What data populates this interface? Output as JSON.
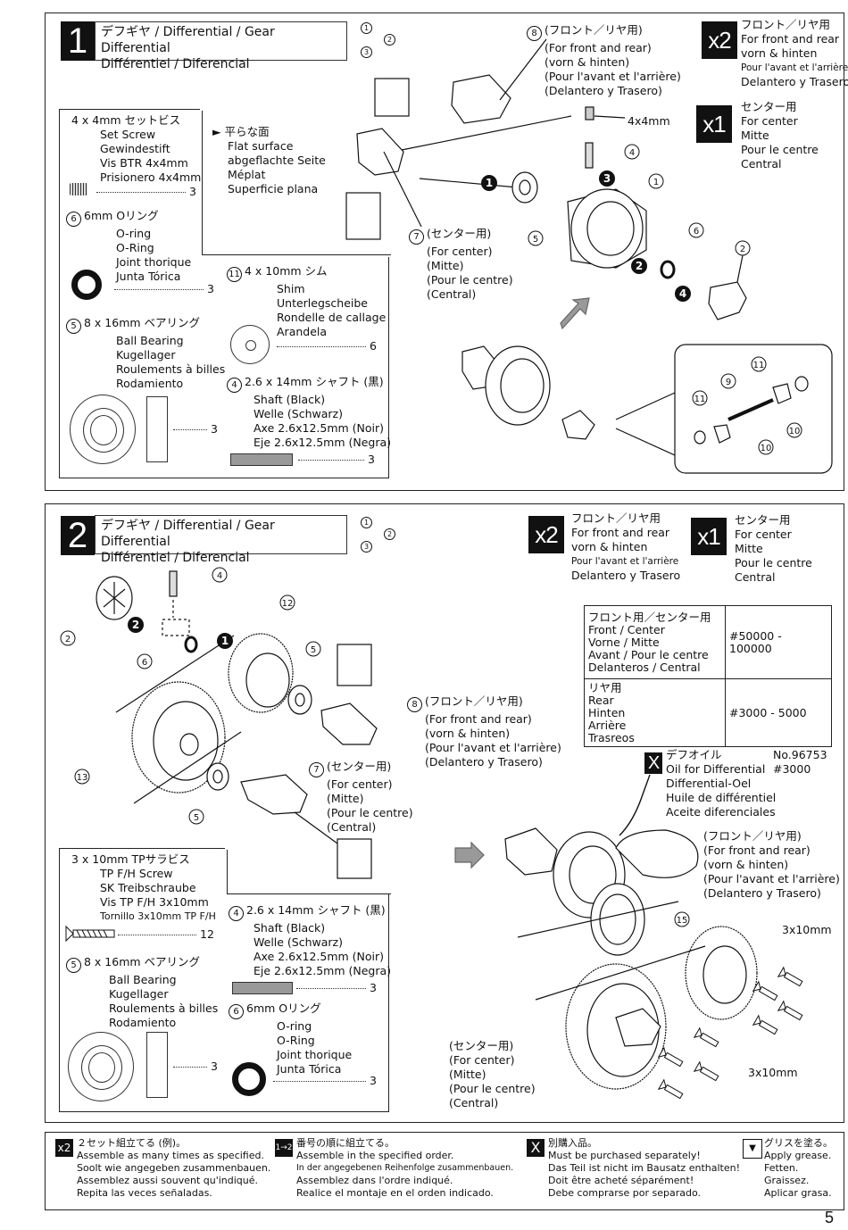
{
  "step1": {
    "number": "1",
    "title_line1": "デフギヤ / Differential / Gear Differential",
    "title_line2": "Différentiel / Diferencial",
    "multiplier_rear": "x2",
    "rear_label": [
      "フロント／リヤ用",
      "For front and rear",
      "vorn & hinten",
      "Pour l'avant et l'arrière",
      "Delantero y Trasero"
    ],
    "multiplier_center": "x1",
    "center_label": [
      "センター用",
      "For center",
      "Mitte",
      "Pour le centre",
      "Central"
    ],
    "flat_surface": [
      "平らな面",
      "Flat surface",
      "abgeflachte Seite",
      "Méplat",
      "Superficie plana"
    ],
    "part8_label": [
      "(フロント／リヤ用)",
      "(For front and rear)",
      "(vorn & hinten)",
      "(Pour l'avant et l'arrière)",
      "(Delantero y Trasero)"
    ],
    "part7_label": [
      "(センター用)",
      "(For center)",
      "(Mitte)",
      "(Pour le centre)",
      "(Central)"
    ],
    "screw_callout": "4x4mm",
    "parts": {
      "setscrew": {
        "title": "4 x 4mm  セットビス",
        "names": [
          "Set Screw",
          "Gewindestift",
          "Vis BTR 4x4mm",
          "Prisionero 4x4mm"
        ],
        "qty": "3"
      },
      "oring": {
        "num": "6",
        "title": "6mm  Oリング",
        "names": [
          "O-ring",
          "O-Ring",
          "Joint thorique",
          "Junta Tórica"
        ],
        "qty": "3"
      },
      "shim": {
        "num": "11",
        "title": "4 x 10mm  シム",
        "names": [
          "Shim",
          "Unterlegscheibe",
          "Rondelle de callage",
          "Arandela"
        ],
        "qty": "6"
      },
      "bearing": {
        "num": "5",
        "title": "8 x 16mm  ベアリング",
        "names": [
          "Ball Bearing",
          "Kugellager",
          "Roulements à billes",
          "Rodamiento"
        ],
        "qty": "3"
      },
      "shaft": {
        "num": "4",
        "title": "2.6 x 14mm  シャフト (黒)",
        "names": [
          "Shaft (Black)",
          "Welle (Schwarz)",
          "Axe 2.6x12.5mm (Noir)",
          "Eje 2.6x12.5mm (Negra)"
        ],
        "qty": "3"
      }
    }
  },
  "step2": {
    "number": "2",
    "title_line1": "デフギヤ / Differential / Gear Differential",
    "title_line2": "Différentiel / Diferencial",
    "multiplier_rear": "x2",
    "rear_label": [
      "フロント／リヤ用",
      "For front and rear",
      "vorn & hinten",
      "Pour l'avant et l'arrière",
      "Delantero y Trasero"
    ],
    "multiplier_center": "x1",
    "center_label": [
      "センター用",
      "For center",
      "Mitte",
      "Pour le centre",
      "Central"
    ],
    "spec_table": [
      {
        "label": [
          "フロント用／センター用",
          "Front / Center",
          "Vorne / Mitte",
          "Avant / Pour le centre",
          "Delanteros / Central"
        ],
        "value": "#50000 - 100000"
      },
      {
        "label": [
          "リヤ用",
          "Rear",
          "Hinten",
          "Arrière",
          "Trasreos"
        ],
        "value": "#3000 - 5000"
      }
    ],
    "oil": {
      "names": [
        "デフオイル",
        "Oil for Differential",
        "Differential-Oel",
        "Huile de différentiel",
        "Aceite diferenciales"
      ],
      "part_no": "No.96753",
      "grade": "#3000"
    },
    "part8_label": [
      "(フロント／リヤ用)",
      "(For front and rear)",
      "(vorn & hinten)",
      "(Pour l'avant et l'arrière)",
      "(Delantero y Trasero)"
    ],
    "part7_label": [
      "(センター用)",
      "(For center)",
      "(Mitte)",
      "(Pour le centre)",
      "(Central)"
    ],
    "right_front_label": [
      "(フロント／リヤ用)",
      "(For front and rear)",
      "(vorn & hinten)",
      "(Pour l'avant et l'arrière)",
      "(Delantero y Trasero)"
    ],
    "right_center_label": [
      "(センター用)",
      "(For center)",
      "(Mitte)",
      "(Pour le centre)",
      "(Central)"
    ],
    "screw_callout_top": "3x10mm",
    "screw_callout_bottom": "3x10mm",
    "parts": {
      "tpscrew": {
        "title": "3 x 10mm  TPサラビス",
        "names": [
          "TP F/H Screw",
          "SK Treibschraube",
          "Vis TP F/H 3x10mm",
          "Tornillo 3x10mm TP F/H"
        ],
        "qty": "12"
      },
      "bearing": {
        "num": "5",
        "title": "8 x 16mm  ベアリング",
        "names": [
          "Ball Bearing",
          "Kugellager",
          "Roulements à billes",
          "Rodamiento"
        ],
        "qty": "3"
      },
      "shaft": {
        "num": "4",
        "title": "2.6 x 14mm  シャフト (黒)",
        "names": [
          "Shaft (Black)",
          "Welle (Schwarz)",
          "Axe 2.6x12.5mm (Noir)",
          "Eje 2.6x12.5mm (Negra)"
        ],
        "qty": "3"
      },
      "oring": {
        "num": "6",
        "title": "6mm  Oリング",
        "names": [
          "O-ring",
          "O-Ring",
          "Joint thorique",
          "Junta Tórica"
        ],
        "qty": "3"
      }
    }
  },
  "legend": [
    {
      "icon": "x2",
      "lines": [
        "２セット組立てる (例)。",
        "Assemble as many times as specified.",
        "Soolt wie angegeben zusammenbauen.",
        "Assemblez aussi souvent qu'indiqué.",
        "Repita las veces señaladas."
      ]
    },
    {
      "icon": "order",
      "lines": [
        "番号の順に組立てる。",
        "Assemble in the specified order.",
        "In der angegebenen Reihenfolge zusammenbauen.",
        "Assemblez dans l'ordre indiqué.",
        "Realice el montaje en el orden indicado."
      ]
    },
    {
      "icon": "X",
      "lines": [
        "別購入品。",
        "Must be purchased separately!",
        "Das Teil ist nicht im Bausatz enthalten!",
        "Doit être acheté séparément!",
        "Debe comprarse por separado."
      ]
    },
    {
      "icon": "grease",
      "lines": [
        "グリスを塗る。",
        "Apply grease.",
        "Fetten.",
        "Graissez.",
        "Aplicar grasa."
      ]
    }
  ],
  "page_number": "5"
}
